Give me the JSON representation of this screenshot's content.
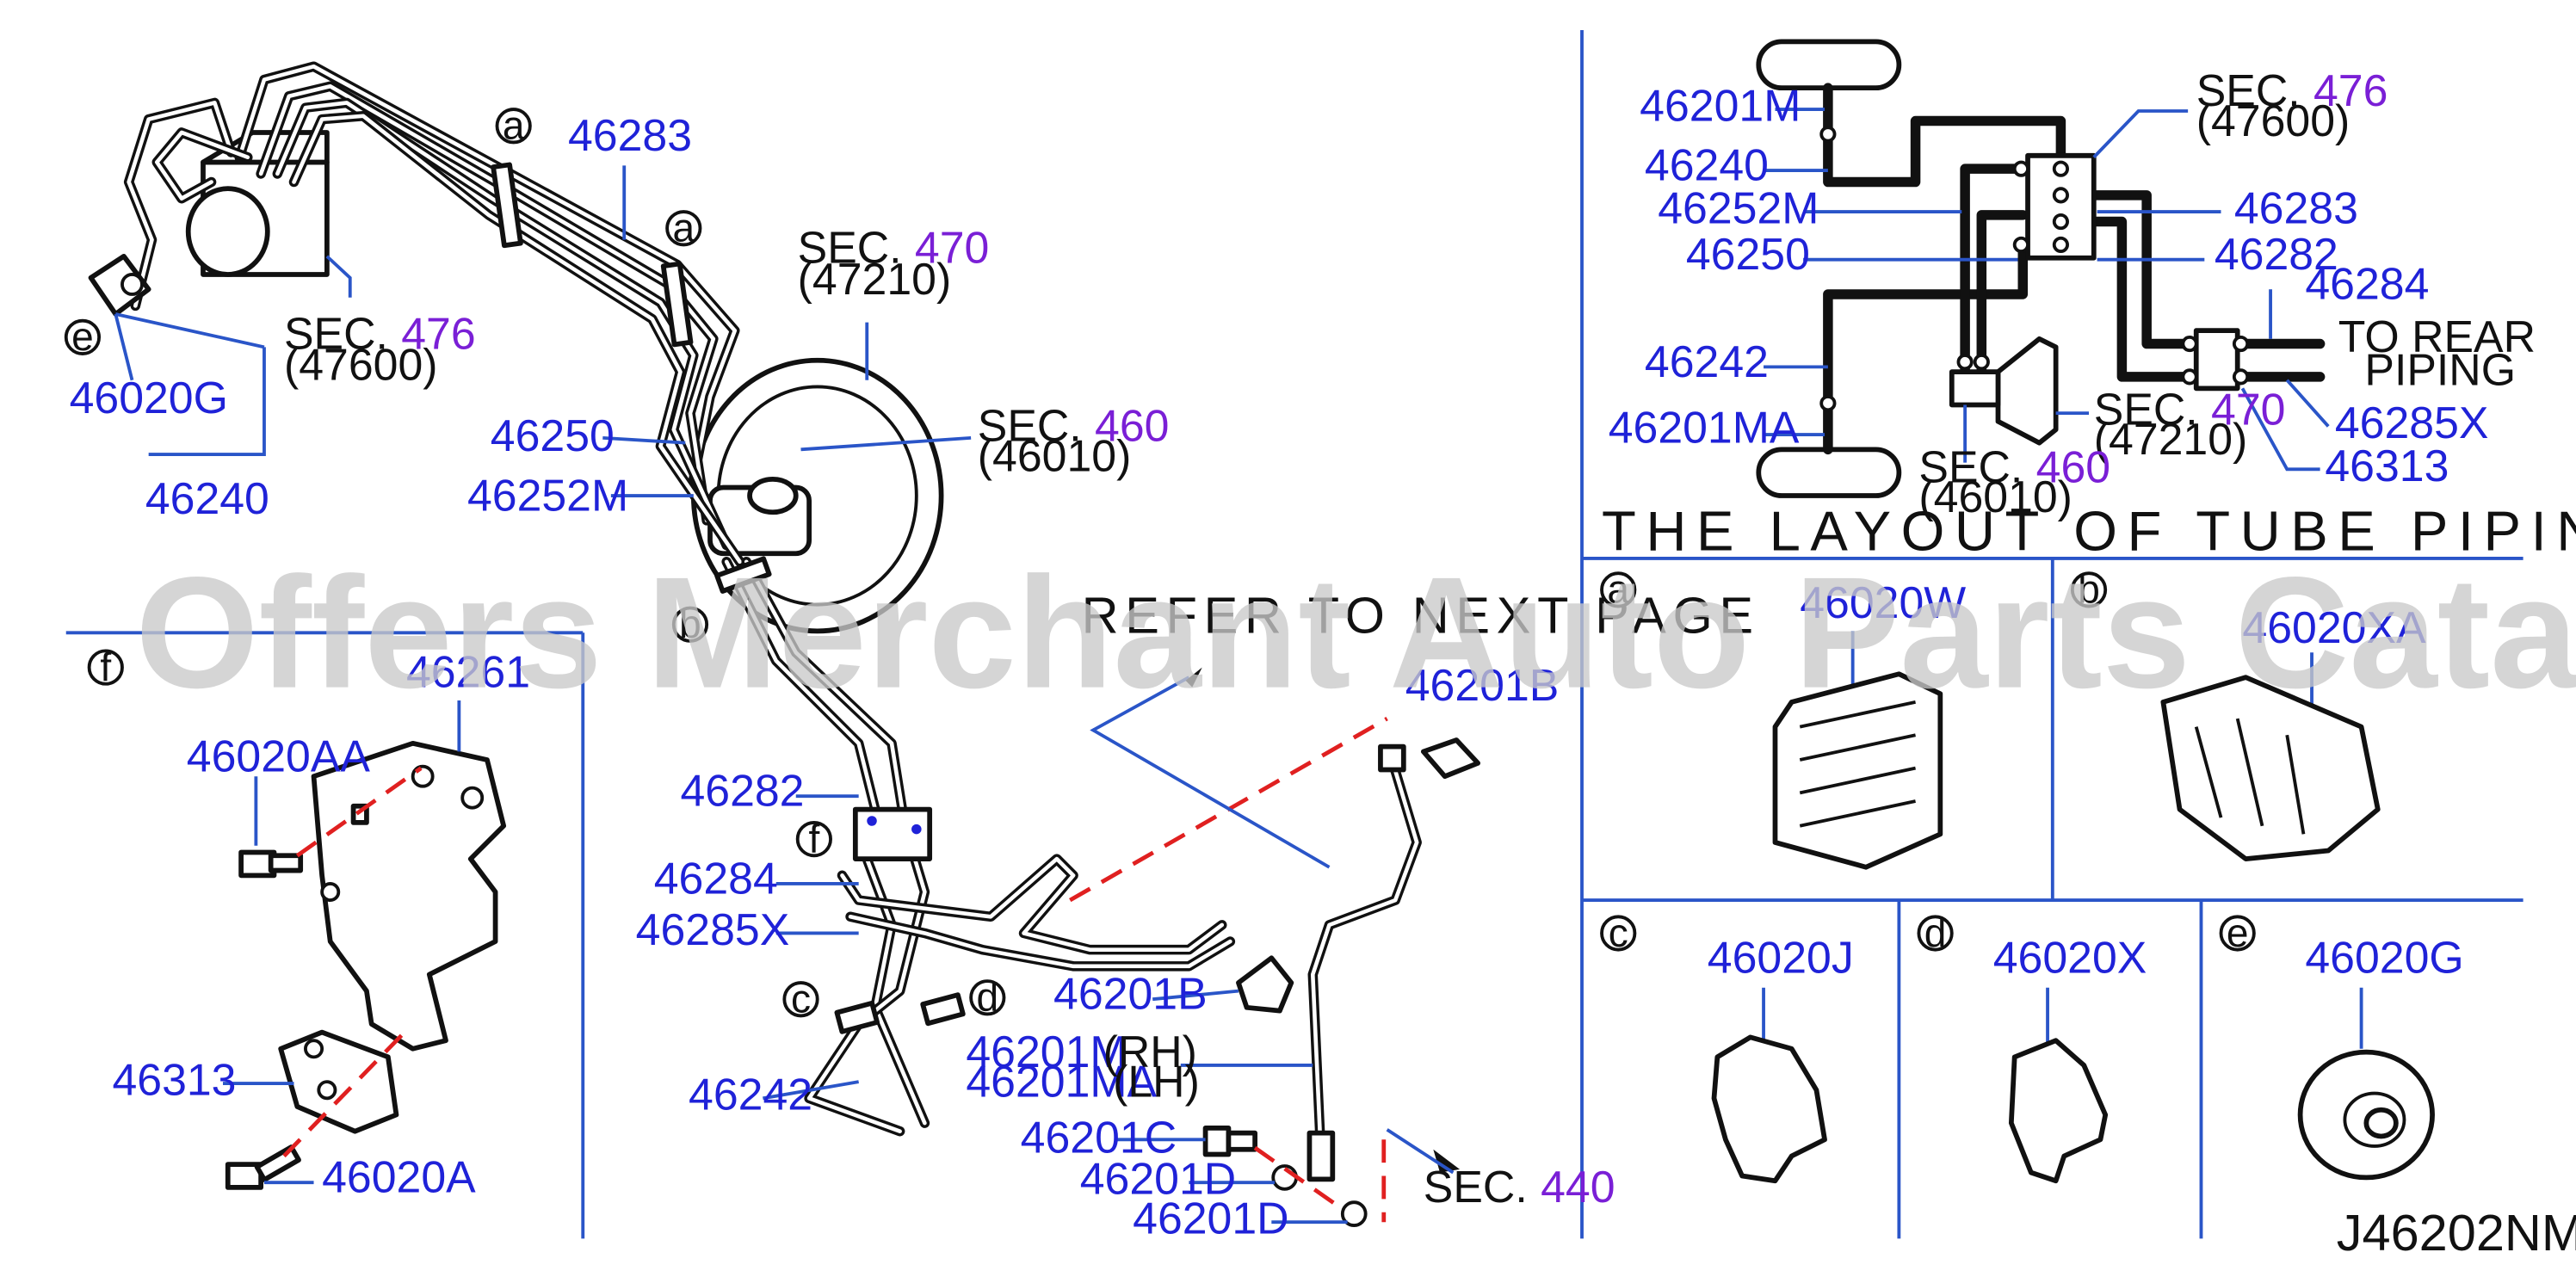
{
  "diagram_code": "J46202NM",
  "watermark": "Offers Merchant Auto Parts Catalog PARTSTORE.SA",
  "refer_note": "REFER TO NEXT PAGE",
  "layout_heading": "THE LAYOUT OF TUBE PIPING",
  "sec_prefix": "SEC.",
  "sec_labels": {
    "sec476": {
      "num": "476",
      "code": "(47600)"
    },
    "sec470": {
      "num": "470",
      "code": "(47210)"
    },
    "sec460": {
      "num": "460",
      "code": "(46010)"
    },
    "sec440": {
      "num": "440"
    }
  },
  "main": {
    "callouts": {
      "p46283": "46283",
      "p46020G": "46020G",
      "p46240": "46240",
      "p46250": "46250",
      "p46252M": "46252M",
      "p46282": "46282",
      "p46284": "46284",
      "p46285X": "46285X",
      "p46242": "46242",
      "p46201B_a": "46201B",
      "p46201B_b": "46201B",
      "p46201M": "46201M",
      "p46201MA": "46201MA",
      "rh": "(RH)",
      "lh": "(LH)",
      "p46201C": "46201C",
      "p46201D_a": "46201D",
      "p46201D_b": "46201D"
    },
    "clip_letters": [
      "a",
      "a",
      "b",
      "c",
      "d",
      "e",
      "f"
    ]
  },
  "bracket_panel": {
    "letter": "f",
    "callouts": {
      "p46261": "46261",
      "p46020AA": "46020AA",
      "p46313": "46313",
      "p46020A": "46020A"
    }
  },
  "layout_panel": {
    "callouts": {
      "p46201M": "46201M",
      "p46240": "46240",
      "p46252M": "46252M",
      "p46250": "46250",
      "p46242": "46242",
      "p46201MA": "46201MA",
      "p46283": "46283",
      "p46282": "46282",
      "p46284": "46284",
      "p46285X": "46285X",
      "p46313": "46313"
    },
    "to_rear_1": "TO  REAR",
    "to_rear_2": "PIPING"
  },
  "clip_panels": [
    {
      "letter": "a",
      "part": "46020W"
    },
    {
      "letter": "b",
      "part": "46020XA"
    },
    {
      "letter": "c",
      "part": "46020J"
    },
    {
      "letter": "d",
      "part": "46020X"
    },
    {
      "letter": "e",
      "part": "46020G"
    }
  ]
}
